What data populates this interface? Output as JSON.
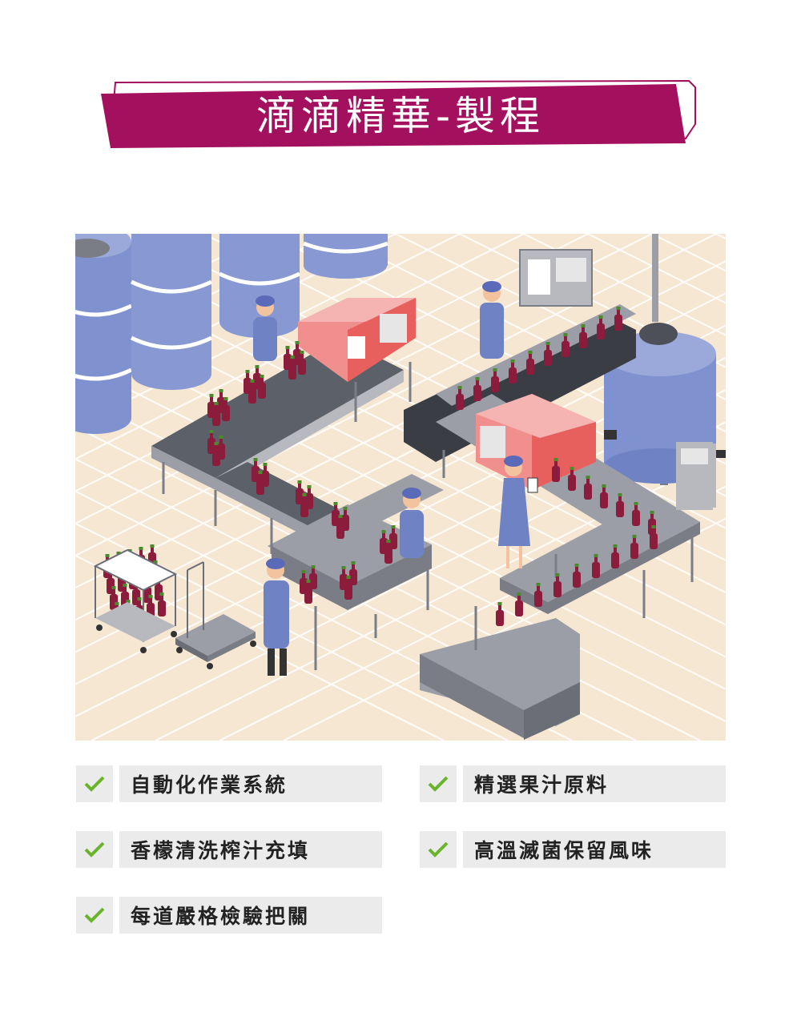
{
  "title": "滴滴精華-製程",
  "colors": {
    "brand": "#a3105e",
    "check": "#6ab42d",
    "label_bg": "#ebebeb",
    "floor": "#f6e7d2",
    "tank": "#7f91cf",
    "machine": "#e8605e",
    "conveyor": "#9b9ea6",
    "bottle": "#8c1c3c"
  },
  "scene": {
    "icon": "bottling-production-line-illustration"
  },
  "features": [
    {
      "label": "自動化作業系統",
      "icon": "check-icon"
    },
    {
      "label": "精選果汁原料",
      "icon": "check-icon"
    },
    {
      "label": "香檬清洗榨汁充填",
      "icon": "check-icon"
    },
    {
      "label": "高溫滅菌保留風味",
      "icon": "check-icon"
    },
    {
      "label": "每道嚴格檢驗把關",
      "icon": "check-icon"
    }
  ]
}
